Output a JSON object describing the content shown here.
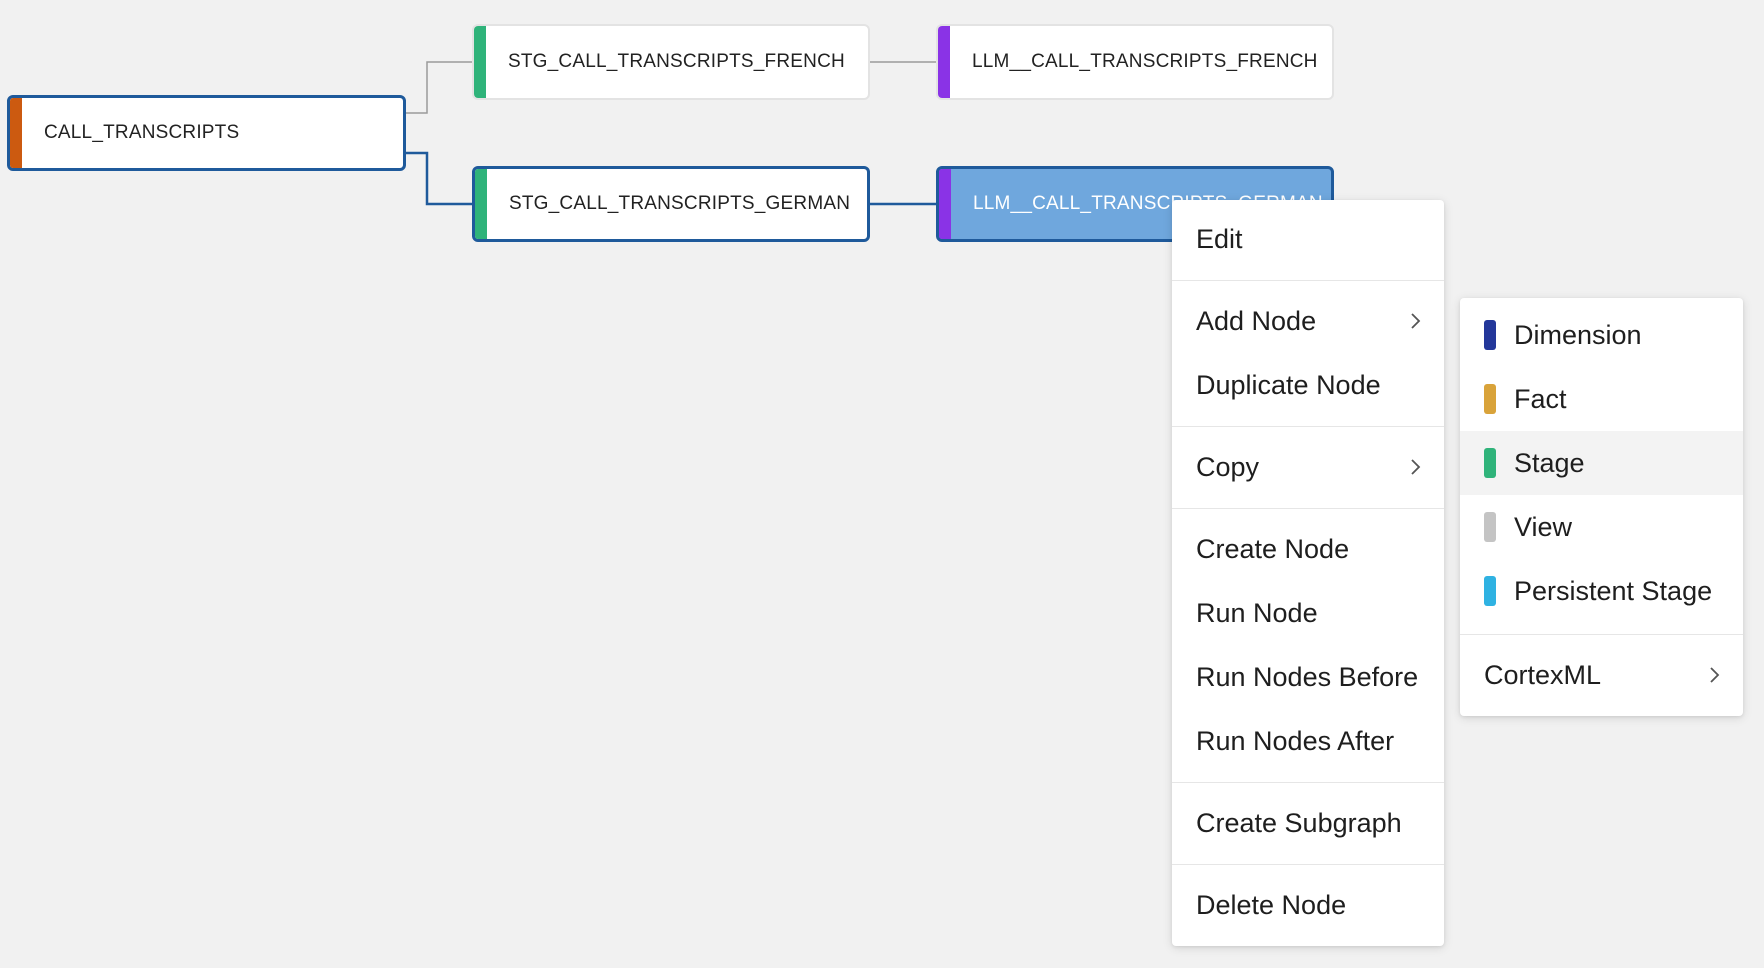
{
  "colors": {
    "source": "#cc5a10",
    "stage": "#2fb37a",
    "llm": "#8a33e6",
    "selected_border": "#1f5a9b",
    "selected_fill": "#6fa7dd",
    "edge_active": "#1f5a9b",
    "edge_inactive": "#9a9a9a"
  },
  "graph": {
    "nodes": [
      {
        "id": "call_transcripts",
        "label": "CALL_TRANSCRIPTS",
        "type": "source"
      },
      {
        "id": "stg_french",
        "label": "STG_CALL_TRANSCRIPTS_FRENCH",
        "type": "stage"
      },
      {
        "id": "stg_german",
        "label": "STG_CALL_TRANSCRIPTS_GERMAN",
        "type": "stage"
      },
      {
        "id": "llm_french",
        "label": "LLM__CALL_TRANSCRIPTS_FRENCH",
        "type": "llm"
      },
      {
        "id": "llm_german",
        "label": "LLM__CALL_TRANSCRIPTS_GERMAN",
        "type": "llm"
      }
    ]
  },
  "context_menu": {
    "items": [
      {
        "label": "Edit",
        "submenu": false
      },
      {
        "label": "Add Node",
        "submenu": true
      },
      {
        "label": "Duplicate Node",
        "submenu": false
      },
      {
        "label": "Copy",
        "submenu": true
      },
      {
        "label": "Create Node",
        "submenu": false
      },
      {
        "label": "Run Node",
        "submenu": false
      },
      {
        "label": "Run Nodes Before",
        "submenu": false
      },
      {
        "label": "Run Nodes After",
        "submenu": false
      },
      {
        "label": "Create Subgraph",
        "submenu": false
      },
      {
        "label": "Delete Node",
        "submenu": false
      }
    ]
  },
  "add_node_submenu": {
    "node_types": [
      {
        "label": "Dimension",
        "color": "#23379a"
      },
      {
        "label": "Fact",
        "color": "#d9a33a"
      },
      {
        "label": "Stage",
        "color": "#2fb37a"
      },
      {
        "label": "View",
        "color": "#c4c4c4"
      },
      {
        "label": "Persistent Stage",
        "color": "#2fb2e2"
      }
    ],
    "hovered": "Stage",
    "extra": {
      "label": "CortexML",
      "submenu": true
    }
  }
}
